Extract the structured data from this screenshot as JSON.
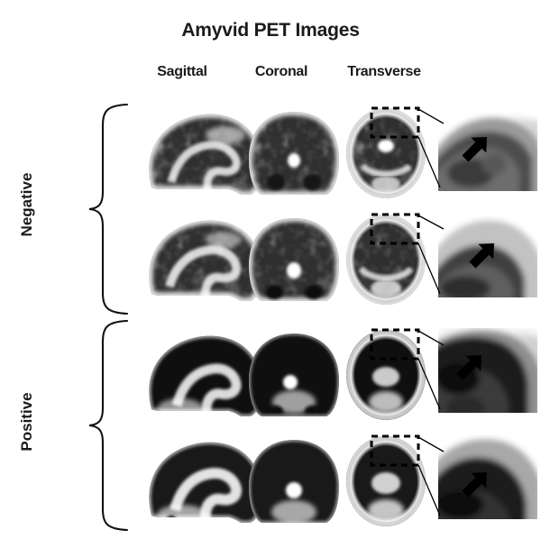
{
  "figure": {
    "title": "Amyvid PET Images",
    "background_color": "#ffffff",
    "text_color": "#1a1a1a"
  },
  "columns": [
    {
      "id": "sagittal",
      "label": "Sagittal"
    },
    {
      "id": "coronal",
      "label": "Coronal"
    },
    {
      "id": "transverse",
      "label": "Transverse"
    }
  ],
  "groups": [
    {
      "id": "negative",
      "label": "Negative",
      "rows": 2,
      "brace": "curly-right"
    },
    {
      "id": "positive",
      "label": "Positive",
      "rows": 2,
      "brace": "curly-right"
    }
  ],
  "rows": [
    {
      "id": "negative-case-1",
      "group": "negative",
      "scans": [
        "sagittal",
        "coronal",
        "transverse"
      ],
      "inset": {
        "present": true,
        "roi_box": "dashed",
        "leader_lines": 2,
        "annotation_icon": "arrow-down-left-icon",
        "arrow_direction": "down-left"
      }
    },
    {
      "id": "negative-case-2",
      "group": "negative",
      "scans": [
        "sagittal",
        "coronal",
        "transverse"
      ],
      "inset": {
        "present": true,
        "roi_box": "dashed",
        "leader_lines": 2,
        "annotation_icon": "arrow-down-left-icon",
        "arrow_direction": "down-left"
      }
    },
    {
      "id": "positive-case-1",
      "group": "positive",
      "scans": [
        "sagittal",
        "coronal",
        "transverse"
      ],
      "inset": {
        "present": true,
        "roi_box": "dashed",
        "leader_lines": 2,
        "annotation_icon": "arrow-down-left-icon",
        "arrow_direction": "down-left"
      }
    },
    {
      "id": "positive-case-2",
      "group": "positive",
      "scans": [
        "sagittal",
        "coronal",
        "transverse"
      ],
      "inset": {
        "present": true,
        "roi_box": "dashed",
        "leader_lines": 2,
        "annotation_icon": "arrow-down-left-icon",
        "arrow_direction": "down-left"
      }
    }
  ],
  "colors": {
    "ink": "#111111",
    "scan_light": "#ffffff",
    "scan_dark": "#141414",
    "brace_stroke": "#111111",
    "roi_stroke": "#000000",
    "arrow_fill": "#000000"
  }
}
